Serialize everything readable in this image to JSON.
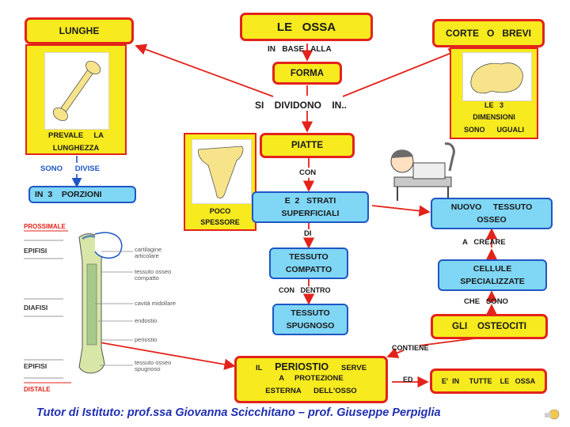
{
  "title": "LE   OSSA",
  "connectors": {
    "in_base_alla": "IN   BASE   ALLA",
    "si_dividono": "SI    DIVIDONO    IN..",
    "con": "CON",
    "di": "DI",
    "con_dentro": "CON   DENTRO",
    "contiene": "CONTIENE",
    "ed": "ED",
    "a_creare": "A   CREARE",
    "che_sono": "CHE   SONO"
  },
  "nodes": {
    "forma": "FORMA",
    "lunghe": "LUNGHE",
    "corte_brevi": "CORTE   O   BREVI",
    "piatte": "PIATTE",
    "strati": "E  2   STRATI\nSUPERFICIALI",
    "compatto": "TESSUTO\nCOMPATTO",
    "spugnoso": "TESSUTO\nSPUGNOSO",
    "periostio_il": "IL",
    "periostio_main": "PERIOSTIO",
    "periostio_serve": "SERVE",
    "periostio_rest": "A     PROTEZIONE\nESTERNA      DELL'OSSO",
    "nuovo_tessuto": "NUOVO     TESSUTO\nOSSEO",
    "cellule": "CELLULE\nSPECIALIZZATE",
    "osteociti": "GLI    OSTEOCITI",
    "tutte_ossa": "E'  IN     TUTTE    LE   OSSA",
    "in_3_porzioni": "IN  3    PORZIONI"
  },
  "panels": {
    "lunghe_text": "PREVALE     LA\nLUNGHEZZA",
    "corte_text": "LE   3\nDIMENSIONI\nSONO      UGUALI",
    "piatte_text": "POCO\nSPESSORE",
    "sono_divise": "SONO      DIVISE"
  },
  "bone_diagram": {
    "sections": [
      "PROSSIMALE",
      "EPIFISI",
      "DIAFISI",
      "EPIFISI",
      "DISTALE"
    ],
    "labels": [
      "cartilagine\narticolare",
      "tessuto osseo\ncompatto",
      "cavità midollare",
      "endostio",
      "periostio",
      "tessuto osseo\nspugnoso"
    ]
  },
  "footer": "Tutor di Istituto: prof.ssa Giovanna Scicchitano – prof. Giuseppe Perpiglia",
  "colors": {
    "box_fill": "#f7ea1e",
    "box_border": "#e3231b",
    "node_fill": "#7fd6f5",
    "node_border": "#1f57c3",
    "arrow": "#e3231b",
    "footer_text": "#1f2fb0"
  }
}
